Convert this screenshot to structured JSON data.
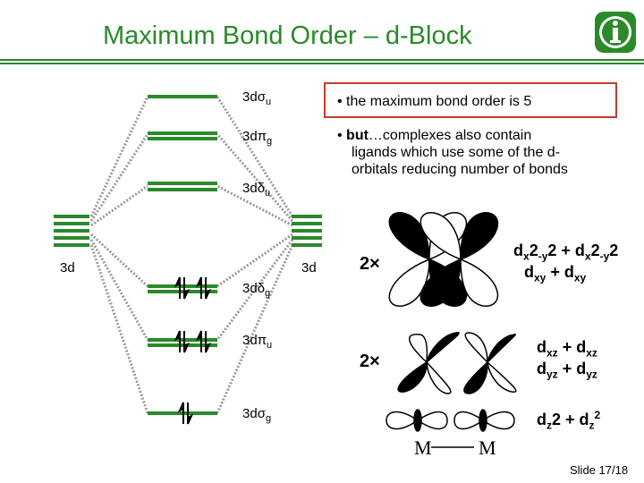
{
  "title": "Maximum Bond Order – d-Block",
  "icon": "info-icon",
  "mo_levels": {
    "sigma_u": [
      "3d",
      "σ",
      "u"
    ],
    "pi_g": [
      "3d",
      "π",
      "g"
    ],
    "delta_u": [
      "3d",
      "δ",
      "u"
    ],
    "delta_g": [
      "3d",
      "δ",
      "g"
    ],
    "pi_u": [
      "3d",
      "π",
      "u"
    ],
    "sigma_g": [
      "3d",
      "σ",
      "g"
    ]
  },
  "ao_left": "3d",
  "ao_right": "3d",
  "bullets": {
    "b1": "the maximum bond order is 5",
    "b2_bold": "but",
    "b2_rest_1": "…complexes also contain",
    "b2_rest_2": "ligands which use some of the d-",
    "b2_rest_3": "orbitals reducing number of bonds"
  },
  "orbital_rows": {
    "row1_mult": "2×",
    "row1_label_line1": [
      "d",
      "x",
      "2",
      "-y",
      "2",
      " + d",
      "x",
      "2",
      "-y",
      "2"
    ],
    "row1_label_line2": [
      "d",
      "xy",
      " + d",
      "xy"
    ],
    "row2_mult": "2×",
    "row2_label_line1": [
      "d",
      "xz",
      " + d",
      "xz"
    ],
    "row2_label_line2": [
      "d",
      "yz",
      " + d",
      "yz"
    ],
    "row3_label": [
      "d",
      "z",
      "2",
      " + d",
      "z",
      "2"
    ],
    "metal_left": "M",
    "metal_right": "M"
  },
  "slide_number": "Slide 17/18",
  "colors": {
    "accent": "#2a8a2a",
    "box": "#c23b2e"
  }
}
